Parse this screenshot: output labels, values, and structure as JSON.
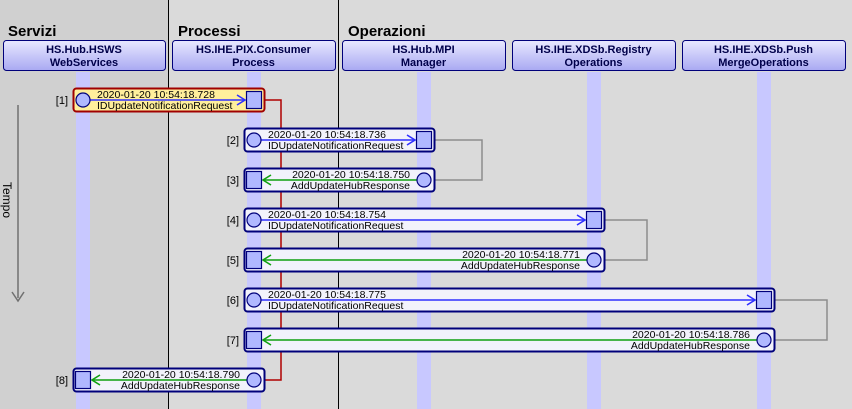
{
  "sections": [
    {
      "id": "servizi",
      "label": "Servizi"
    },
    {
      "id": "processi",
      "label": "Processi"
    },
    {
      "id": "operazioni",
      "label": "Operazioni"
    }
  ],
  "participants": [
    {
      "id": "hsws",
      "line1": "HS.Hub.HSWS",
      "line2": "WebServices"
    },
    {
      "id": "pix",
      "line1": "HS.IHE.PIX.Consumer",
      "line2": "Process"
    },
    {
      "id": "mpi",
      "line1": "HS.Hub.MPI",
      "line2": "Manager"
    },
    {
      "id": "registry",
      "line1": "HS.IHE.XDSb.Registry",
      "line2": "Operations"
    },
    {
      "id": "push",
      "line1": "HS.IHE.XDSb.Push",
      "line2": "MergeOperations"
    }
  ],
  "time_label": "Tempo",
  "colors": {
    "background": "#d4d4d4",
    "column_light": "#dcdcdc",
    "lifeline": "#c8c8ff",
    "box_border": "#00007a",
    "request_arrow": "#3030ff",
    "response_arrow": "#10a010",
    "selected_fill": "#ffef9c",
    "selected_border": "#a00000",
    "link_gray": "#8c8c8c",
    "link_red": "#b00000"
  },
  "messages": [
    {
      "index": "[1]",
      "timestamp": "2020-01-20 10:54:18.728",
      "name": "IDUpdateNotificationRequest",
      "from": "hsws",
      "to": "pix",
      "kind": "request",
      "selected": true
    },
    {
      "index": "[2]",
      "timestamp": "2020-01-20 10:54:18.736",
      "name": "IDUpdateNotificationRequest",
      "from": "pix",
      "to": "mpi",
      "kind": "request",
      "selected": false
    },
    {
      "index": "[3]",
      "timestamp": "2020-01-20 10:54:18.750",
      "name": "AddUpdateHubResponse",
      "from": "mpi",
      "to": "pix",
      "kind": "response",
      "selected": false
    },
    {
      "index": "[4]",
      "timestamp": "2020-01-20 10:54:18.754",
      "name": "IDUpdateNotificationRequest",
      "from": "pix",
      "to": "registry",
      "kind": "request",
      "selected": false
    },
    {
      "index": "[5]",
      "timestamp": "2020-01-20 10:54:18.771",
      "name": "AddUpdateHubResponse",
      "from": "registry",
      "to": "pix",
      "kind": "response",
      "selected": false
    },
    {
      "index": "[6]",
      "timestamp": "2020-01-20 10:54:18.775",
      "name": "IDUpdateNotificationRequest",
      "from": "pix",
      "to": "push",
      "kind": "request",
      "selected": false
    },
    {
      "index": "[7]",
      "timestamp": "2020-01-20 10:54:18.786",
      "name": "AddUpdateHubResponse",
      "from": "push",
      "to": "pix",
      "kind": "response",
      "selected": false
    },
    {
      "index": "[8]",
      "timestamp": "2020-01-20 10:54:18.790",
      "name": "AddUpdateHubResponse",
      "from": "pix",
      "to": "hsws",
      "kind": "response",
      "selected": false
    }
  ]
}
